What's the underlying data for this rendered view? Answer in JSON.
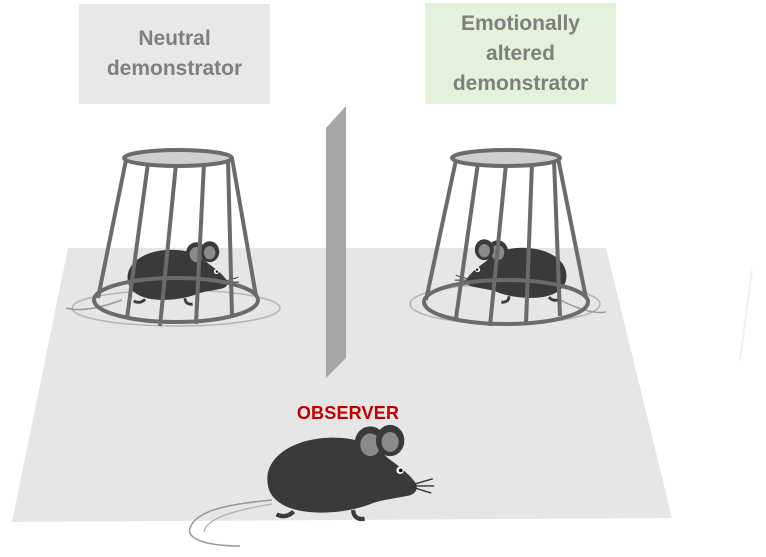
{
  "labels": {
    "neutral": "Neutral\ndemonstrator",
    "emotional": "Emotionally\naltered\ndemonstrator",
    "observer": "OBSERVER"
  },
  "colors": {
    "floor": "#e6e6e6",
    "partition": "#a6a6a6",
    "cage_wire": "#6b6b6b",
    "mouse": "#3a3a3a",
    "neutral_box": "#e8e8e8",
    "emotional_box": "#e4f1db",
    "label_text": "#7f7f7f",
    "observer_text": "#c00000"
  },
  "icons": {
    "left_cage": "wire-cup-cage-icon",
    "right_cage": "wire-cup-cage-icon",
    "mouse": "mouse-icon",
    "partition": "divider-wall-icon"
  }
}
